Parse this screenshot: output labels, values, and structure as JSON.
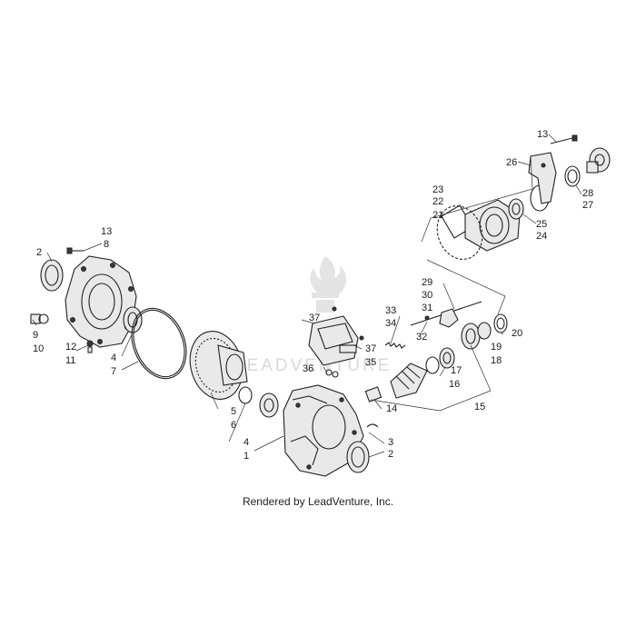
{
  "watermark": "LEADVENTURE",
  "credit": "Rendered by LeadVenture, Inc.",
  "callouts": {
    "c1": "1",
    "c2a": "2",
    "c2b": "2",
    "c3": "3",
    "c4a": "4",
    "c4b": "4",
    "c5": "5",
    "c6": "6",
    "c7": "7",
    "c8": "8",
    "c9": "9",
    "c10": "10",
    "c11": "11",
    "c12": "12",
    "c13a": "13",
    "c13b": "13",
    "c14": "14",
    "c15": "15",
    "c16": "16",
    "c17": "17",
    "c18": "18",
    "c19": "19",
    "c20": "20",
    "c21": "21",
    "c22": "22",
    "c23": "23",
    "c24": "24",
    "c25": "25",
    "c26": "26",
    "c27": "27",
    "c28": "28",
    "c29": "29",
    "c30": "30",
    "c31": "31",
    "c32": "32",
    "c33": "33",
    "c34": "34",
    "c35": "35",
    "c36": "36",
    "c37a": "37",
    "c37b": "37"
  }
}
